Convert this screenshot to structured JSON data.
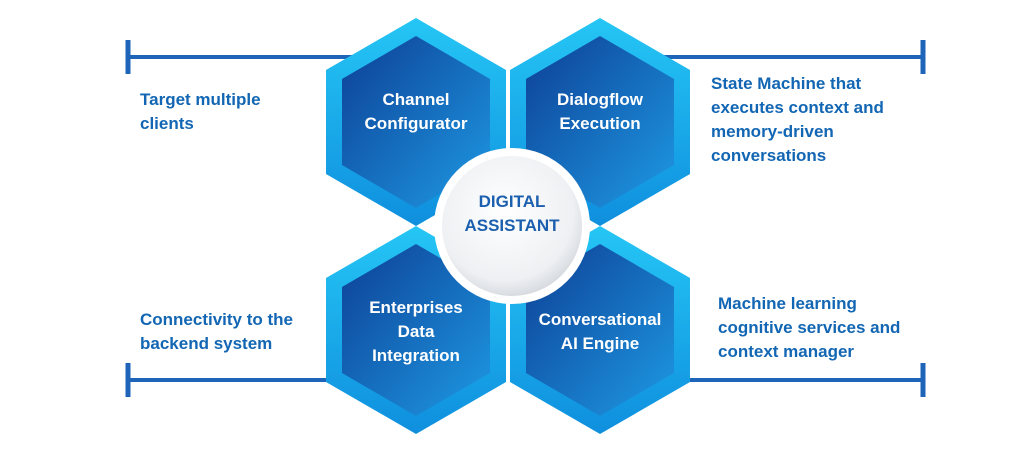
{
  "diagram": {
    "center": {
      "line1": "DIGITAL",
      "line2": "ASSISTANT"
    },
    "hexagons": [
      {
        "lines": [
          "Channel",
          "Configurator"
        ]
      },
      {
        "lines": [
          "Dialogflow",
          "Execution"
        ]
      },
      {
        "lines": [
          "Enterprises",
          "Data",
          "Integration"
        ]
      },
      {
        "lines": [
          "Conversational",
          "AI Engine"
        ]
      }
    ],
    "descriptions": [
      {
        "lines": [
          "Target multiple",
          "clients"
        ]
      },
      {
        "lines": [
          "State Machine that",
          "executes context and",
          "memory-driven",
          "conversations"
        ]
      },
      {
        "lines": [
          "Connectivity to the",
          "backend system"
        ]
      },
      {
        "lines": [
          "Machine learning",
          "cognitive services and",
          "context manager"
        ]
      }
    ],
    "colors": {
      "hex_outer": "#13a9e8",
      "hex_inner_dark": "#0f4fa6",
      "hex_inner_light": "#1b8fde",
      "connector": "#1e64b8",
      "text_accent": "#1266b3",
      "circle_fill": "#f2f3f5"
    }
  }
}
